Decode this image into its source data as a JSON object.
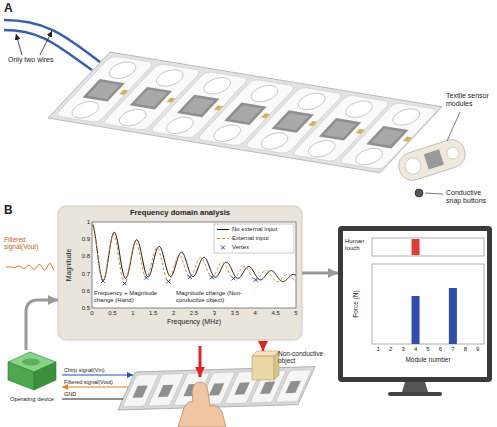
{
  "diagram": {
    "nodes": [
      {
        "text": [
          "Frequency domain analysis"
        ]
      },
      {
        "text": [
          "Operating device"
        ]
      },
      {
        "text": [
          "Human touch",
          "Force (N)",
          "Module number"
        ]
      }
    ],
    "edges": [
      {
        "from": 1,
        "to": 0,
        "arrow": "to",
        "label": "Filtered signal(Vout)"
      },
      {
        "from": 0,
        "to": 2,
        "arrow": "to"
      }
    ],
    "labels": [
      "A",
      "Only two wires",
      "Textile sensor modules",
      "Conductive snap buttons",
      "B",
      "Magnitude",
      "1",
      "0.9",
      "0.8",
      "0.7",
      "0.6",
      "0.5",
      "0",
      "0.5",
      "1",
      "1.5",
      "2",
      "2.5",
      "3",
      "3.5",
      "4",
      "4.5",
      "5",
      "Frequency (MHz)",
      "Frequency + Magnitude change (Hand)",
      "Magnitude change (Non-conductive object)",
      "Chirp signal(Vin)",
      "Filtered signal(Vout)",
      "GND",
      "Non-conductive object",
      "1",
      "2",
      "3",
      "4",
      "5",
      "6",
      "7",
      "8",
      "9"
    ],
    "legend": [
      {
        "text": "No external input"
      },
      {
        "text": "External input"
      },
      {
        "text": "Vertex"
      }
    ]
  }
}
